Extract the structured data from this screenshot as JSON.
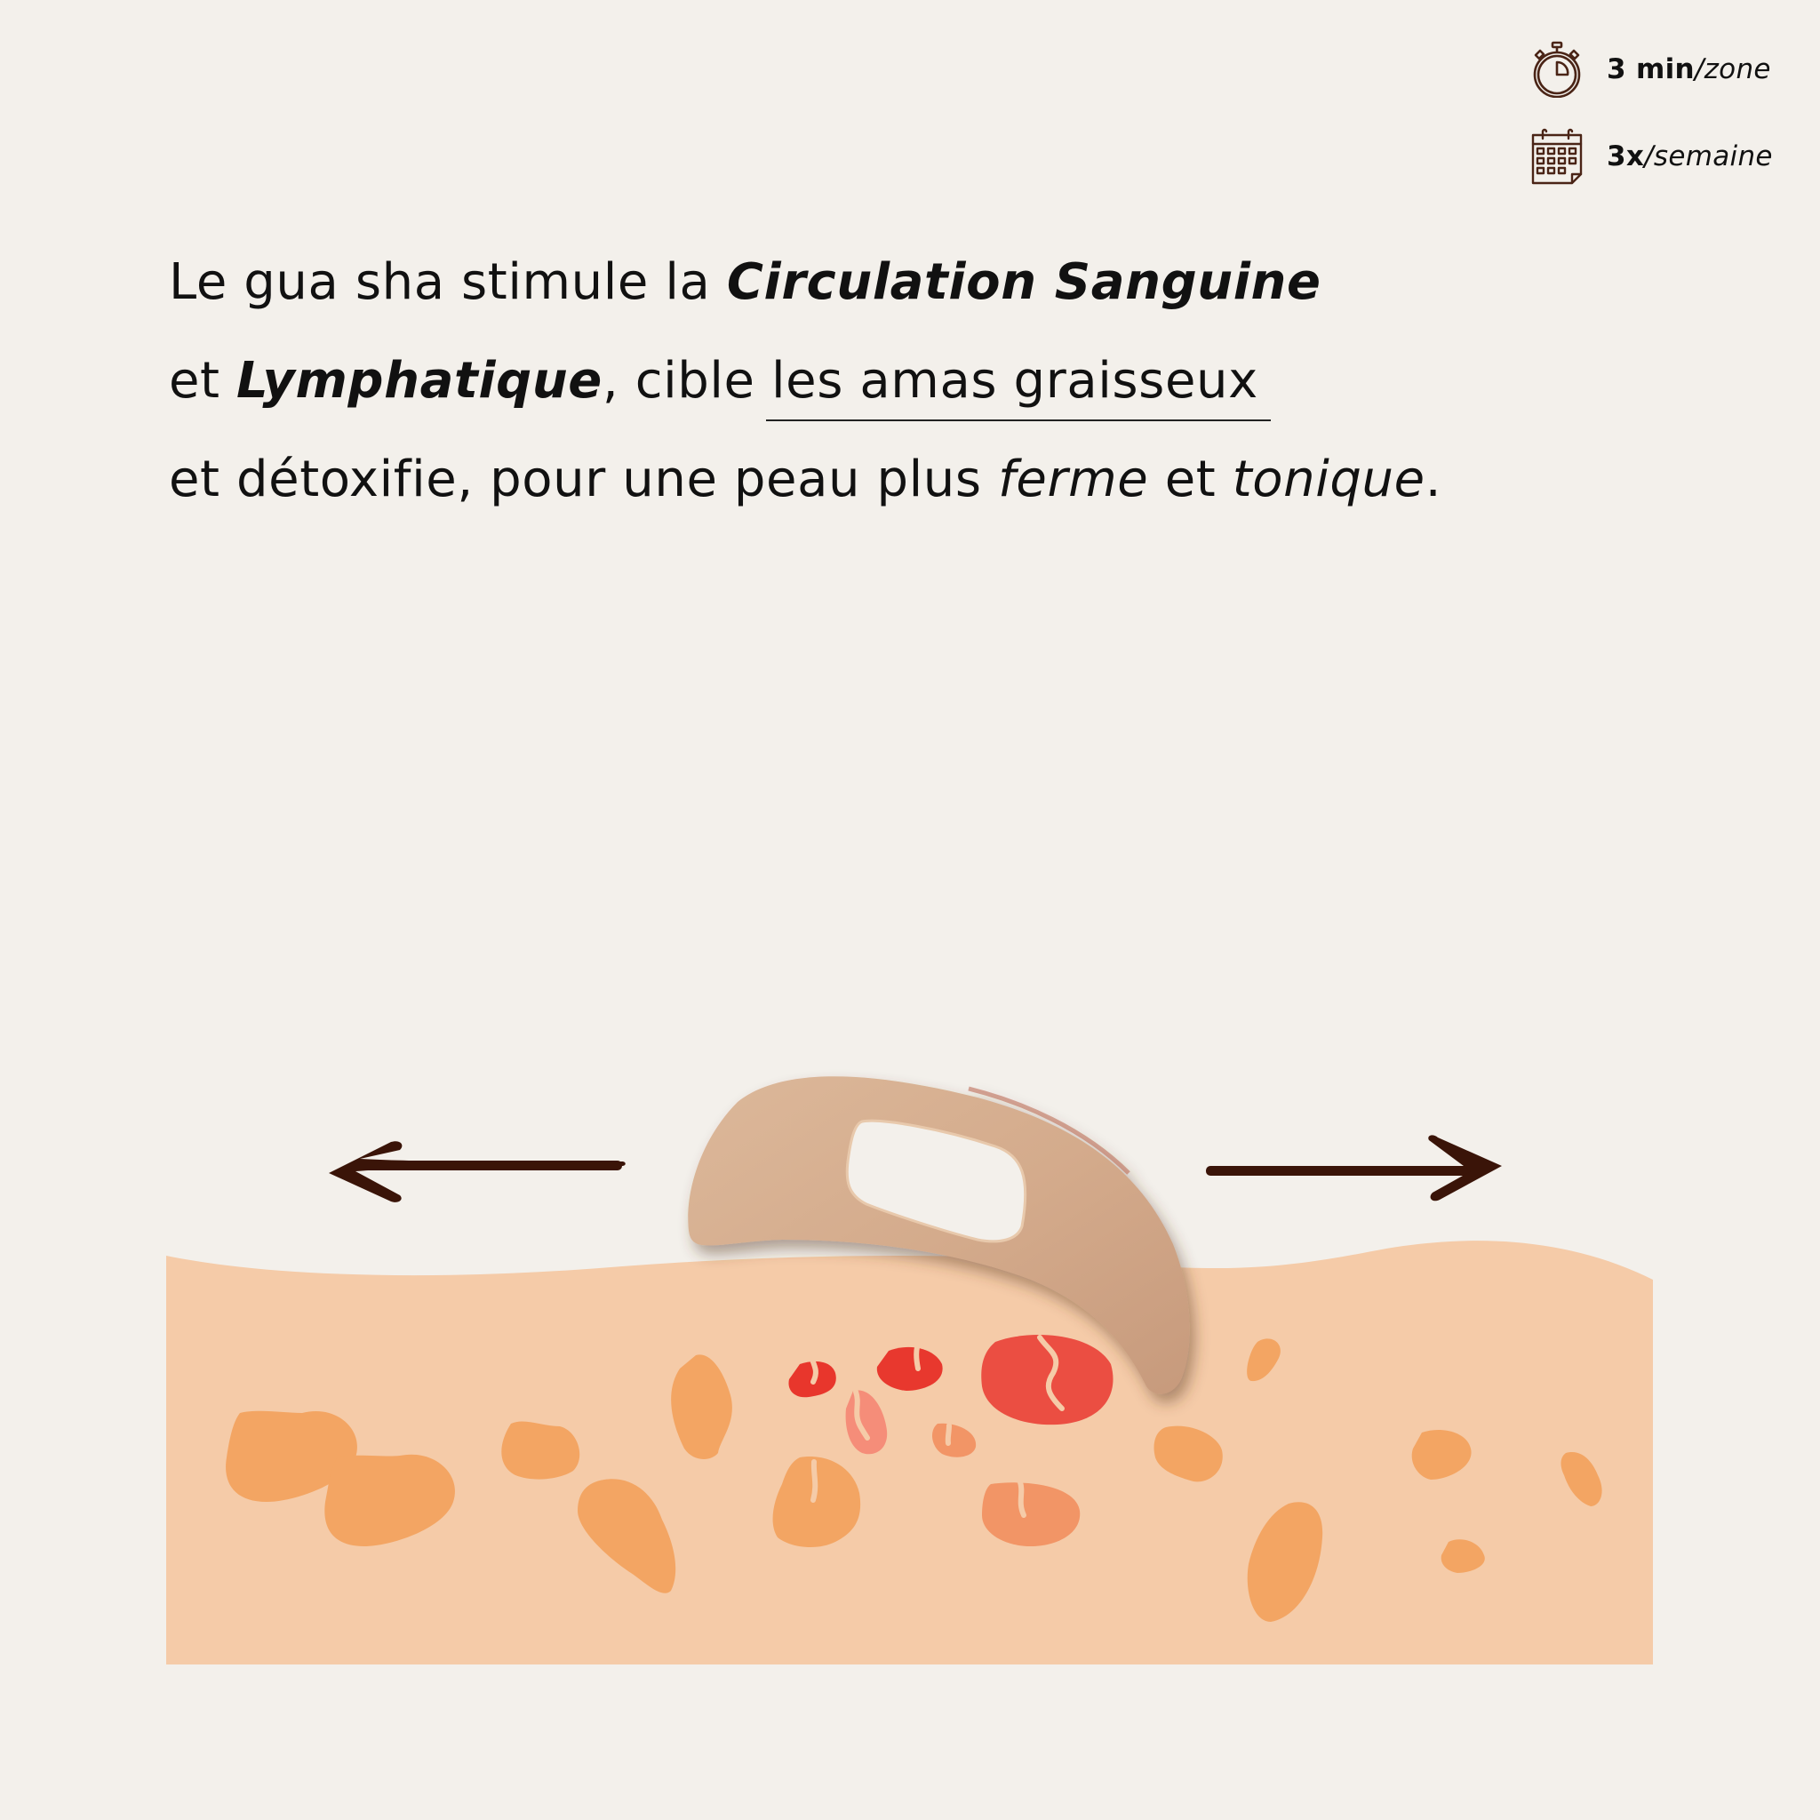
{
  "badges": [
    {
      "icon": "stopwatch-icon",
      "value": "3 min",
      "unit": "/zone"
    },
    {
      "icon": "calendar-icon",
      "value": "3x",
      "unit": "/semaine"
    }
  ],
  "headline": {
    "line1": {
      "text": "Le gua sha stimule la ",
      "emphasis": "Circulation Sanguine"
    },
    "line2": {
      "prefix": "et ",
      "emphasis": "Lymphatique",
      "middle": ", cible ",
      "underlined": "les amas graisseux"
    },
    "line3": {
      "prefix": "et détoxifie, pour une peau plus ",
      "italic1": "ferme",
      "middle": " et ",
      "italic2": "tonique",
      "suffix": "."
    }
  },
  "illustration": {
    "tool": "wooden-gua-sha-tool",
    "arrows": [
      "left-arrow",
      "right-arrow"
    ],
    "layers": "skin-cross-section with fat cells",
    "colors": {
      "background": "#f3f0eb",
      "skin": "#f5cba8",
      "fat_cell": "#f3a563",
      "fat_cell_warm": "#f29566",
      "fat_cell_pink": "#f58d79",
      "fat_cell_red": "#e8362c",
      "fat_cell_red_light": "#eb4e42",
      "arrow": "#3a1408",
      "wood": "#d9b394",
      "icon_stroke": "#4a2416"
    }
  }
}
